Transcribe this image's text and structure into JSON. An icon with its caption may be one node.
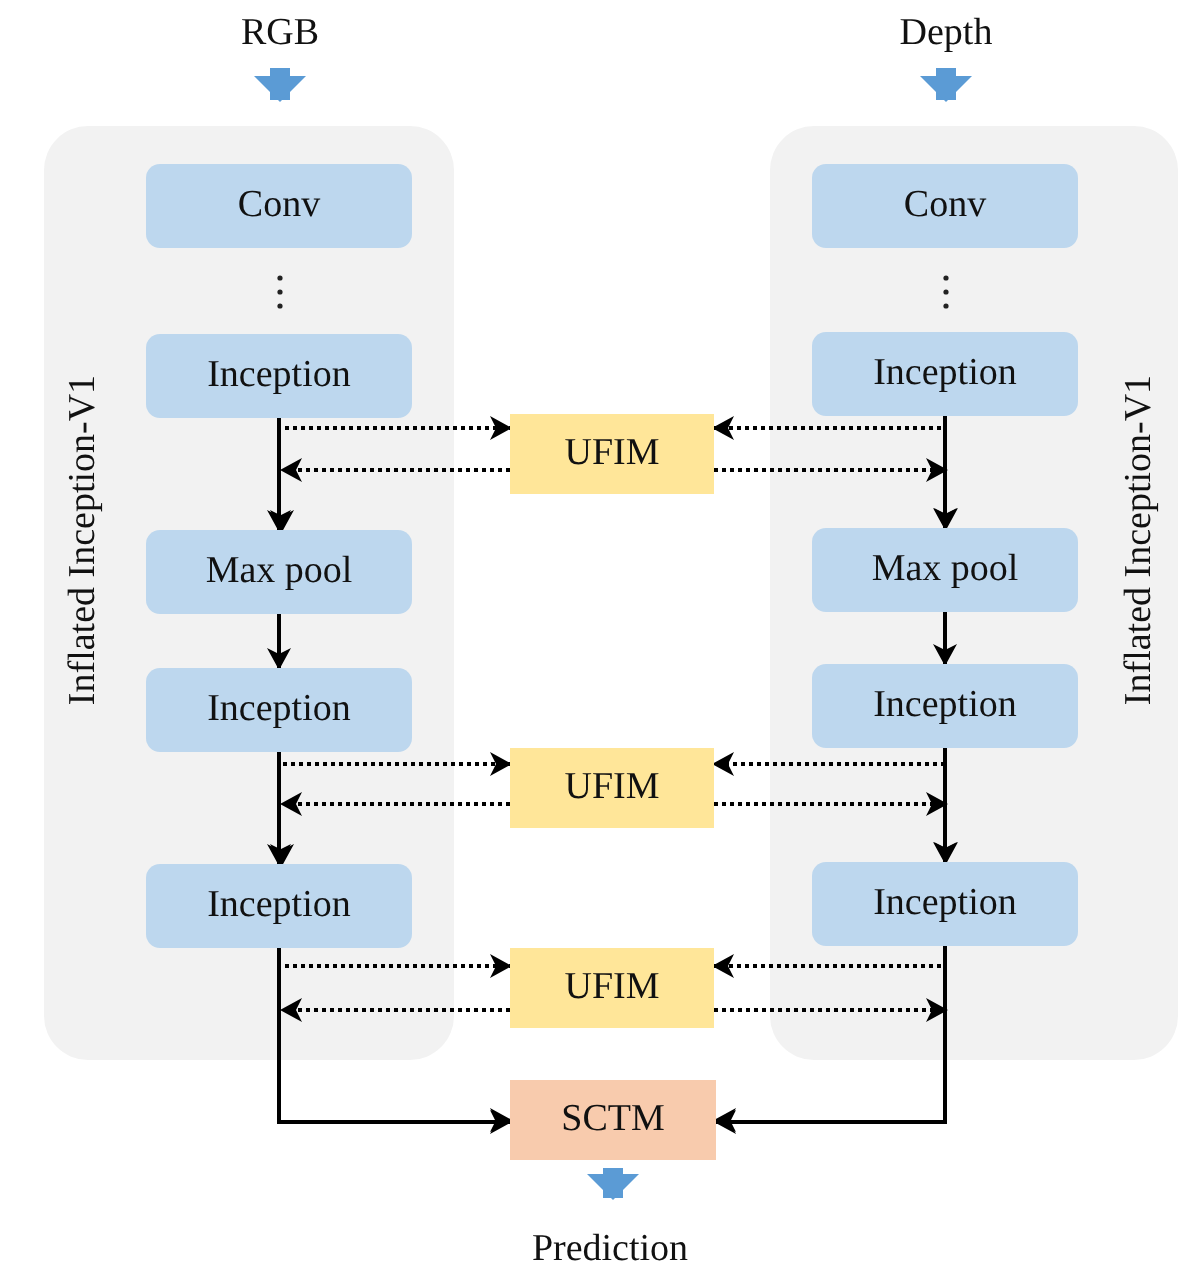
{
  "diagram": {
    "nodes": [
      {
        "text": [
          "RGB"
        ]
      },
      {
        "text": [
          "Inflated Inception-V1"
        ]
      },
      {
        "text": [
          "Conv"
        ],
        "in": 1
      },
      {
        "text": [
          "Inception"
        ],
        "in": 1
      },
      {
        "text": [
          "Max pool"
        ],
        "in": 1
      },
      {
        "text": [
          "Inception"
        ],
        "in": 1
      },
      {
        "text": [
          "Inception"
        ],
        "in": 1
      },
      {
        "text": [
          "Depth"
        ]
      },
      {
        "text": [
          "Inflated Inception-V1"
        ]
      },
      {
        "text": [
          "Conv"
        ],
        "in": 8
      },
      {
        "text": [
          "Inception"
        ],
        "in": 8
      },
      {
        "text": [
          "Max pool"
        ],
        "in": 8
      },
      {
        "text": [
          "Inception"
        ],
        "in": 8
      },
      {
        "text": [
          "Inception"
        ],
        "in": 8
      },
      {
        "text": [
          "UFIM"
        ]
      },
      {
        "text": [
          "UFIM"
        ]
      },
      {
        "text": [
          "UFIM"
        ]
      },
      {
        "text": [
          "SCTM"
        ]
      },
      {
        "text": [
          "Prediction"
        ]
      }
    ],
    "edges": [
      {
        "from": 0,
        "to": 1,
        "arrow": "to",
        "style": "thick",
        "color": "#5b9bd5"
      },
      {
        "from": 7,
        "to": 8,
        "arrow": "to",
        "style": "thick",
        "color": "#5b9bd5"
      },
      {
        "from": 3,
        "to": 4,
        "arrow": "to"
      },
      {
        "from": 4,
        "to": 5,
        "arrow": "to"
      },
      {
        "from": 5,
        "to": 6,
        "arrow": "to"
      },
      {
        "from": 10,
        "to": 11,
        "arrow": "to"
      },
      {
        "from": 11,
        "to": 12,
        "arrow": "to"
      },
      {
        "from": 12,
        "to": 13,
        "arrow": "to"
      },
      {
        "from": 3,
        "to": 14,
        "arrow": "to",
        "style": "dashed"
      },
      {
        "from": 14,
        "to": 4,
        "arrow": "to",
        "style": "dashed"
      },
      {
        "from": 10,
        "to": 14,
        "arrow": "to",
        "style": "dashed"
      },
      {
        "from": 14,
        "to": 11,
        "arrow": "to",
        "style": "dashed"
      },
      {
        "from": 5,
        "to": 15,
        "arrow": "to",
        "style": "dashed"
      },
      {
        "from": 15,
        "to": 6,
        "arrow": "to",
        "style": "dashed"
      },
      {
        "from": 12,
        "to": 15,
        "arrow": "to",
        "style": "dashed"
      },
      {
        "from": 15,
        "to": 13,
        "arrow": "to",
        "style": "dashed"
      },
      {
        "from": 6,
        "to": 16,
        "arrow": "to",
        "style": "dashed"
      },
      {
        "from": 16,
        "to": 17,
        "arrow": "to",
        "style": "dashed"
      },
      {
        "from": 13,
        "to": 16,
        "arrow": "to",
        "style": "dashed"
      },
      {
        "from": 16,
        "to": 17,
        "arrow": "to",
        "style": "dashed"
      },
      {
        "from": 6,
        "to": 17,
        "arrow": "to"
      },
      {
        "from": 13,
        "to": 17,
        "arrow": "to"
      },
      {
        "from": 17,
        "to": 18,
        "arrow": "to",
        "style": "thick",
        "color": "#5b9bd5"
      }
    ]
  }
}
